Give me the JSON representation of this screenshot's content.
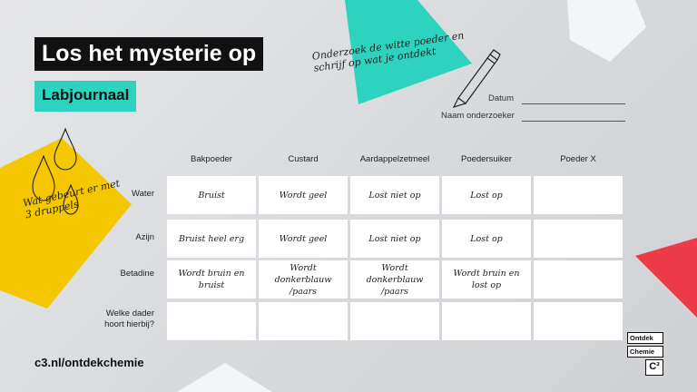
{
  "header": {
    "title": "Los het mysterie op",
    "subtitle": "Labjournaal",
    "instruction": "Onderzoek de witte poeder en schrijf op wat je ontdekt"
  },
  "form": {
    "date_label": "Datum",
    "researcher_label": "Naam onderzoeker"
  },
  "sticky_note": {
    "text": "Wat gebeurt er met 3 druppels"
  },
  "table": {
    "columns": [
      "Bakpoeder",
      "Custard",
      "Aardappelzetmeel",
      "Poedersuiker",
      "Poeder X"
    ],
    "rows": [
      {
        "label": "Water",
        "cells": [
          "Bruist",
          "Wordt geel",
          "Lost niet op",
          "Lost op",
          ""
        ]
      },
      {
        "label": "Azijn",
        "cells": [
          "Bruist heel erg",
          "Wordt geel",
          "Lost niet op",
          "Lost op",
          ""
        ]
      },
      {
        "label": "Betadine",
        "cells": [
          "Wordt bruin en bruist",
          "Wordt donkerblauw /paars",
          "Wordt donkerblauw /paars",
          "Wordt bruin en lost op",
          ""
        ]
      },
      {
        "label": "Welke dader hoort hierbij?",
        "cells": [
          "",
          "",
          "",
          "",
          ""
        ]
      }
    ]
  },
  "footer": {
    "url": "c3.nl/ontdekchemie",
    "logo_line1": "Ontdek",
    "logo_line2": "Chemie",
    "logo_mark": "C³"
  },
  "colors": {
    "teal": "#2ed3bf",
    "yellow": "#f5c700",
    "red": "#ee3b4a",
    "black": "#111111"
  }
}
